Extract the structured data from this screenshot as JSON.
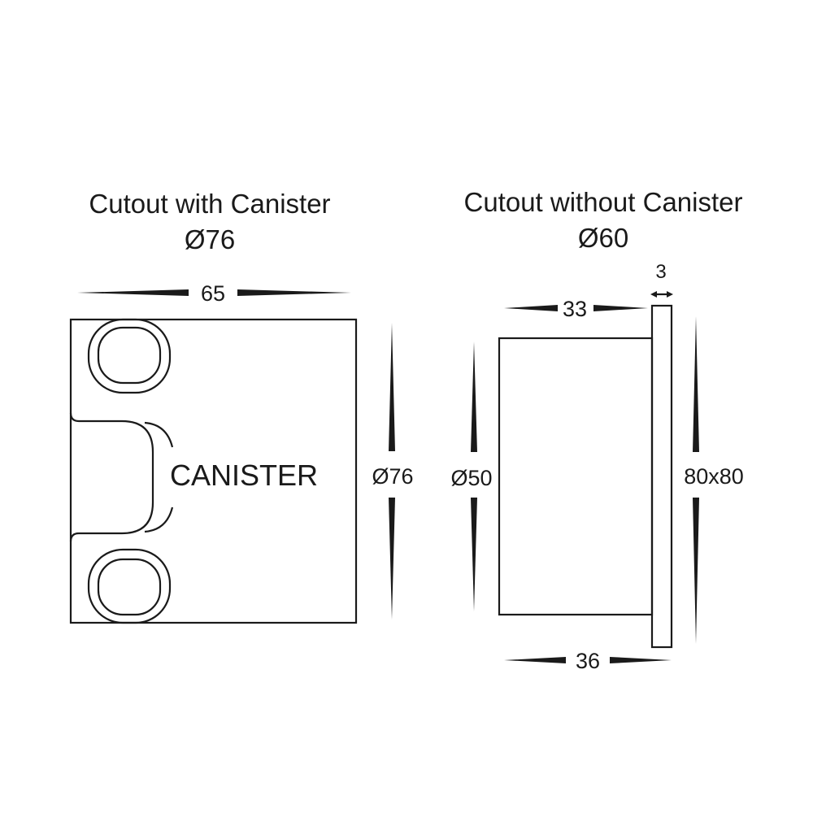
{
  "left": {
    "heading": "Cutout with Canister",
    "cutout": "Ø76",
    "width_dim": "65",
    "height_dim": "Ø76",
    "body_label": "CANISTER"
  },
  "right": {
    "heading": "Cutout without Canister",
    "cutout": "Ø60",
    "plate_thickness_dim": "3",
    "body_depth_dim": "33",
    "body_diameter_dim": "Ø50",
    "plate_size_dim": "80x80",
    "total_depth_dim": "36"
  },
  "colors": {
    "line": "#1a1a1a",
    "background": "#ffffff"
  }
}
